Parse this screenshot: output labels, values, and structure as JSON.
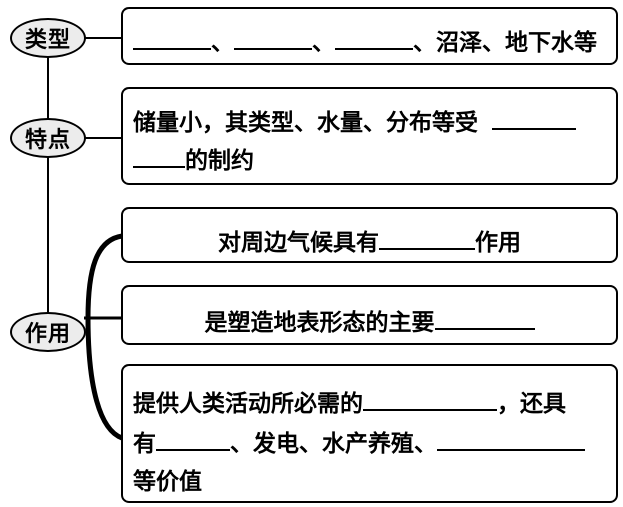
{
  "nodes": {
    "type": "类型",
    "feature": "特点",
    "role": "作用"
  },
  "boxes": {
    "type": {
      "part1": "、",
      "part2": "、",
      "part3": "、沼泽、地下水等"
    },
    "feature": {
      "line1": "储量小，其类型、水量、分布等受",
      "line2": "的制约"
    },
    "role1": {
      "text_before": "对周边气候具有",
      "text_after": "作用"
    },
    "role2": {
      "text_before": "是塑造地表形态的主要"
    },
    "role3": {
      "line1": "提供人类活动所必需的",
      "line1_after": "，还具",
      "line2_start": "有",
      "line2_mid": "、发电、水产养殖、",
      "line3": "等价值"
    }
  }
}
